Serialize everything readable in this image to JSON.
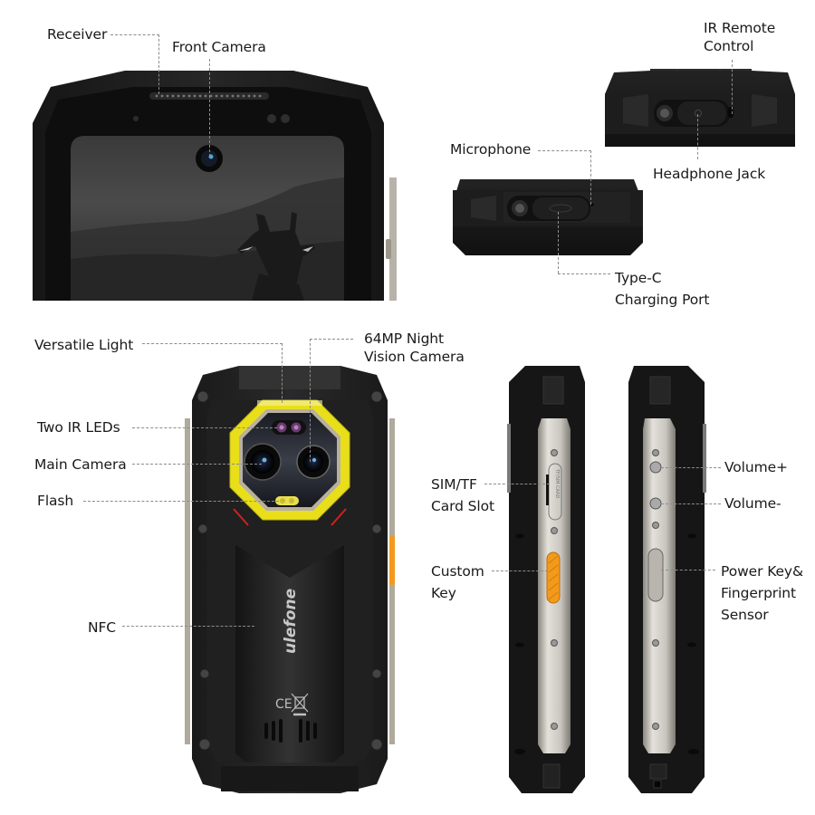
{
  "product": {
    "brand_logo": "ulefone",
    "certification_marks": [
      "CE",
      "WEEE crossed-out bin"
    ],
    "side_slot_engraving": "TF/SIM CARD"
  },
  "views": {
    "front_top": {
      "callouts": [
        {
          "id": "receiver",
          "label": "Receiver"
        },
        {
          "id": "front-camera",
          "label": "Front Camera"
        }
      ]
    },
    "top_edge": {
      "callouts": [
        {
          "id": "ir-remote",
          "label_line1": "IR Remote",
          "label_line2": "Control"
        },
        {
          "id": "headphone-jack",
          "label": "Headphone Jack"
        }
      ]
    },
    "bottom_edge": {
      "callouts": [
        {
          "id": "microphone",
          "label": "Microphone"
        },
        {
          "id": "type-c",
          "label_line1": "Type-C",
          "label_line2": "Charging Port"
        }
      ]
    },
    "back": {
      "callouts": [
        {
          "id": "versatile-light",
          "label": "Versatile Light"
        },
        {
          "id": "night-vision-camera",
          "label_line1": "64MP Night",
          "label_line2": "Vision Camera"
        },
        {
          "id": "ir-leds",
          "label": "Two IR LEDs"
        },
        {
          "id": "main-camera",
          "label": "Main Camera"
        },
        {
          "id": "flash",
          "label": "Flash"
        },
        {
          "id": "nfc",
          "label": "NFC"
        }
      ]
    },
    "left_side": {
      "callouts": [
        {
          "id": "sim-tf",
          "label_line1": "SIM/TF",
          "label_line2": "Card Slot"
        },
        {
          "id": "custom-key",
          "label_line1": "Custom",
          "label_line2": "Key"
        }
      ]
    },
    "right_side": {
      "callouts": [
        {
          "id": "volume-up",
          "label": "Volume+"
        },
        {
          "id": "volume-down",
          "label": "Volume-"
        },
        {
          "id": "power-key",
          "label_line1": "Power Key&",
          "label_line2": "Fingerprint",
          "label_line3": "Sensor"
        }
      ]
    }
  },
  "colors": {
    "body_black": "#1c1c1c",
    "bumper_dark": "#2a2a2a",
    "ring_yellow": "#e8df1a",
    "custom_key_orange": "#f39a1b",
    "side_metal": "#c9c6c0",
    "leader_line": "#8c8c8c",
    "text": "#1a1a1a"
  }
}
